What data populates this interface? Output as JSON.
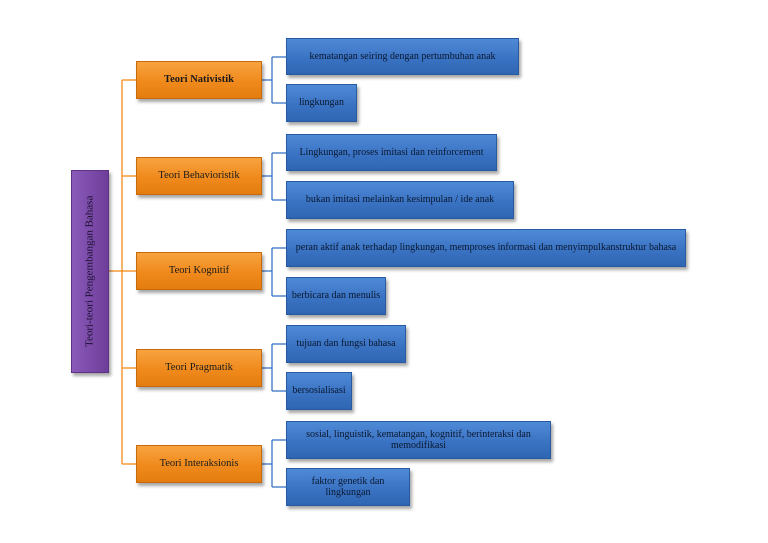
{
  "root": {
    "label": "Teori-teori Pengembangan Bahasa"
  },
  "theories": [
    {
      "label": "Teori Nativistik",
      "leaves": [
        "kematangan seiring dengan pertumbuhan anak",
        "lingkungan"
      ]
    },
    {
      "label": "Teori Behavioristik",
      "leaves": [
        "Lingkungan, proses imitasi dan reinforcement",
        "bukan imitasi melainkan kesimpulan / ide anak"
      ]
    },
    {
      "label": "Teori Kognitif",
      "leaves": [
        "peran aktif anak terhadap lingkungan, memproses informasi dan menyimpulkanstruktur bahasa",
        "berbicara dan menulis"
      ]
    },
    {
      "label": "Teori Pragmatik",
      "leaves": [
        "tujuan dan fungsi bahasa",
        "bersosialisasi"
      ]
    },
    {
      "label": "Teori Interaksionis",
      "leaves": [
        "sosial, linguistik, kematangan, kognitif, berinteraksi dan memodifikasi",
        "faktor genetik dan lingkungan"
      ]
    }
  ],
  "colors": {
    "root": "#7b4aa8",
    "theory": "#f08a1c",
    "leaf": "#3a73c3",
    "connector_orange": "#f08a1c",
    "connector_blue": "#3a73c3"
  }
}
